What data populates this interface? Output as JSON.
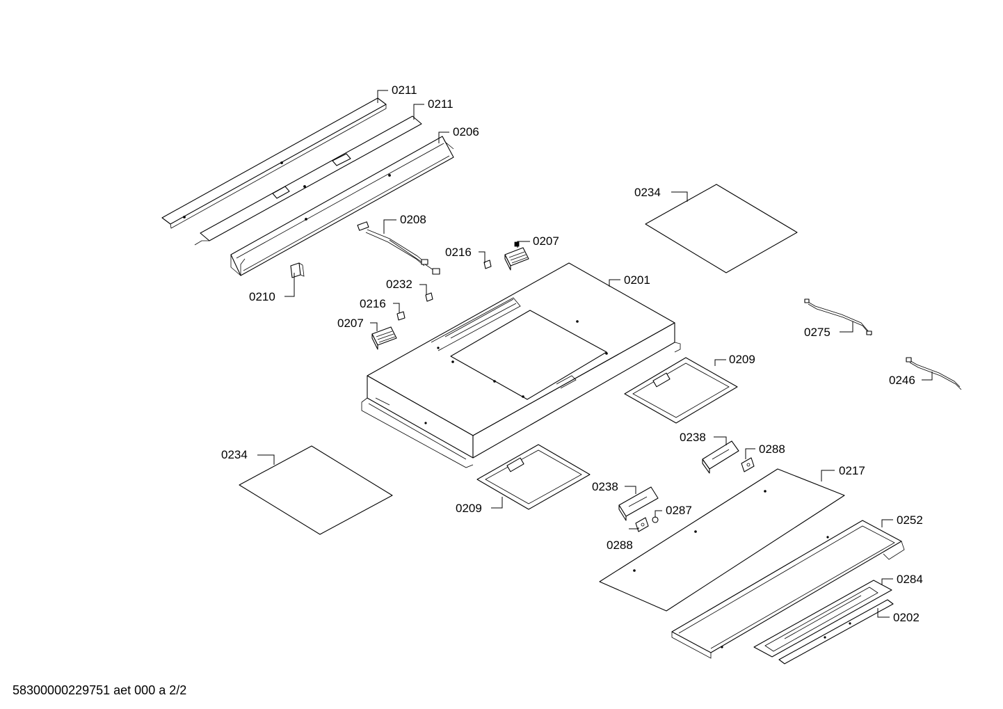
{
  "footer": "58300000229751 aet 000 a 2/2",
  "labels": {
    "l0211a": "0211",
    "l0211b": "0211",
    "l0206": "0206",
    "l0208": "0208",
    "l0210": "0210",
    "l0216a": "0216",
    "l0207a": "0207",
    "l0232": "0232",
    "l0216b": "0216",
    "l0207b": "0207",
    "l0201": "0201",
    "l0234a": "0234",
    "l0275": "0275",
    "l0246": "0246",
    "l0209a": "0209",
    "l0238a": "0238",
    "l0288a": "0288",
    "l0234b": "0234",
    "l0209b": "0209",
    "l0238b": "0238",
    "l0287": "0287",
    "l0288b": "0288",
    "l0217": "0217",
    "l0252": "0252",
    "l0284": "0284",
    "l0202": "0202"
  }
}
